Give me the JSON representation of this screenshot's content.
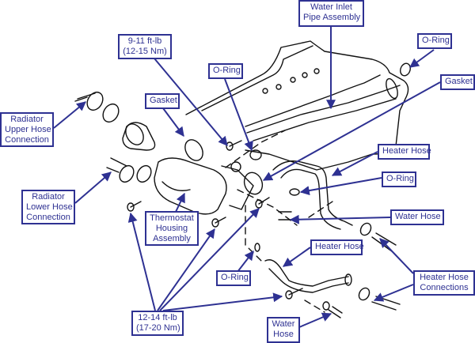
{
  "diagram": {
    "title": "Thermostat Housing and Water Inlet Pipe Exploded View",
    "colors": {
      "callout": "#2e3192",
      "drawing": "#111111",
      "background": "#ffffff"
    },
    "callouts": [
      {
        "id": "water-inlet-pipe-assembly",
        "lines": [
          "Water Inlet",
          "Pipe Assembly"
        ]
      },
      {
        "id": "torque-9-11",
        "lines": [
          "9-11 ft-lb",
          "(12-15 Nm)"
        ]
      },
      {
        "id": "o-ring-top-right",
        "lines": [
          "O-Ring"
        ]
      },
      {
        "id": "o-ring-upper",
        "lines": [
          "O-Ring"
        ]
      },
      {
        "id": "gasket-right",
        "lines": [
          "Gasket"
        ]
      },
      {
        "id": "radiator-upper-hose",
        "lines": [
          "Radiator",
          "Upper Hose",
          "Connection"
        ]
      },
      {
        "id": "gasket-left",
        "lines": [
          "Gasket"
        ]
      },
      {
        "id": "heater-hose-upper",
        "lines": [
          "Heater Hose"
        ]
      },
      {
        "id": "o-ring-mid-right",
        "lines": [
          "O-Ring"
        ]
      },
      {
        "id": "radiator-lower-hose",
        "lines": [
          "Radiator",
          "Lower Hose",
          "Connection"
        ]
      },
      {
        "id": "thermostat-housing",
        "lines": [
          "Thermostat",
          "Housing",
          "Assembly"
        ]
      },
      {
        "id": "water-hose-right",
        "lines": [
          "Water Hose"
        ]
      },
      {
        "id": "heater-hose-lower",
        "lines": [
          "Heater Hose"
        ]
      },
      {
        "id": "o-ring-lower",
        "lines": [
          "O-Ring"
        ]
      },
      {
        "id": "heater-hose-connections",
        "lines": [
          "Heater Hose",
          "Connections"
        ]
      },
      {
        "id": "torque-12-14",
        "lines": [
          "12-14 ft-lb",
          "(17-20 Nm)"
        ]
      },
      {
        "id": "water-hose-bottom",
        "lines": [
          "Water",
          "Hose"
        ]
      }
    ]
  }
}
